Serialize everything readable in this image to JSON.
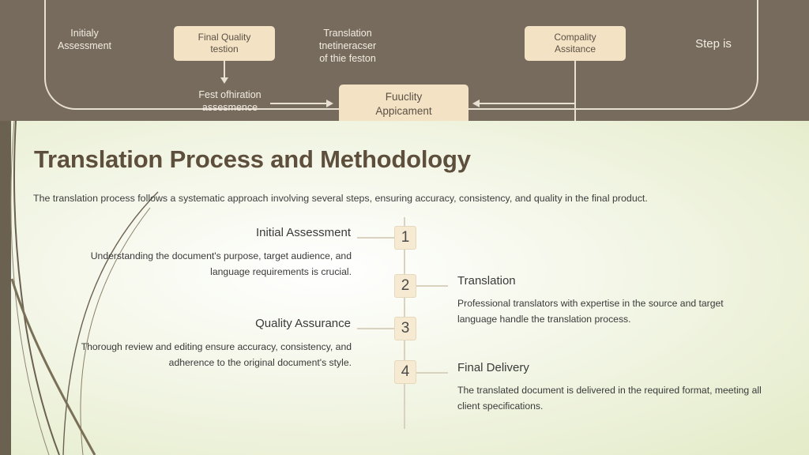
{
  "banner": {
    "labels": {
      "initial": "Initialy\nAssessment",
      "translation": "Translation\ntnetineracser\nof thie feston",
      "step": "Step is",
      "fest": "Fest ofhiration\nassesmence"
    },
    "boxes": {
      "final_quality": "Final Quality\ntestion",
      "compality": "Compality\nAssitance",
      "fuuclity": "Fuuclity\nAppicament"
    }
  },
  "slide": {
    "title": "Translation Process and Methodology",
    "subtitle": "The translation process follows a systematic approach involving several steps, ensuring accuracy, consistency, and quality in the final product.",
    "steps": [
      {
        "number": "1",
        "title": "Initial Assessment",
        "description": "Understanding the document's purpose, target audience, and language requirements is crucial."
      },
      {
        "number": "2",
        "title": "Translation",
        "description": "Professional translators with expertise in the source and target language handle the translation process."
      },
      {
        "number": "3",
        "title": "Quality Assurance",
        "description": "Thorough review and editing ensure accuracy, consistency, and adherence to the original document's style."
      },
      {
        "number": "4",
        "title": "Final Delivery",
        "description": "The translated document is delivered in the required format, meeting all client specifications."
      }
    ]
  },
  "colors": {
    "banner_bg": "#776b5d",
    "box_fill": "#f3e3c4",
    "title_color": "#5e4f3d",
    "slide_bg": "#eef3dc"
  }
}
